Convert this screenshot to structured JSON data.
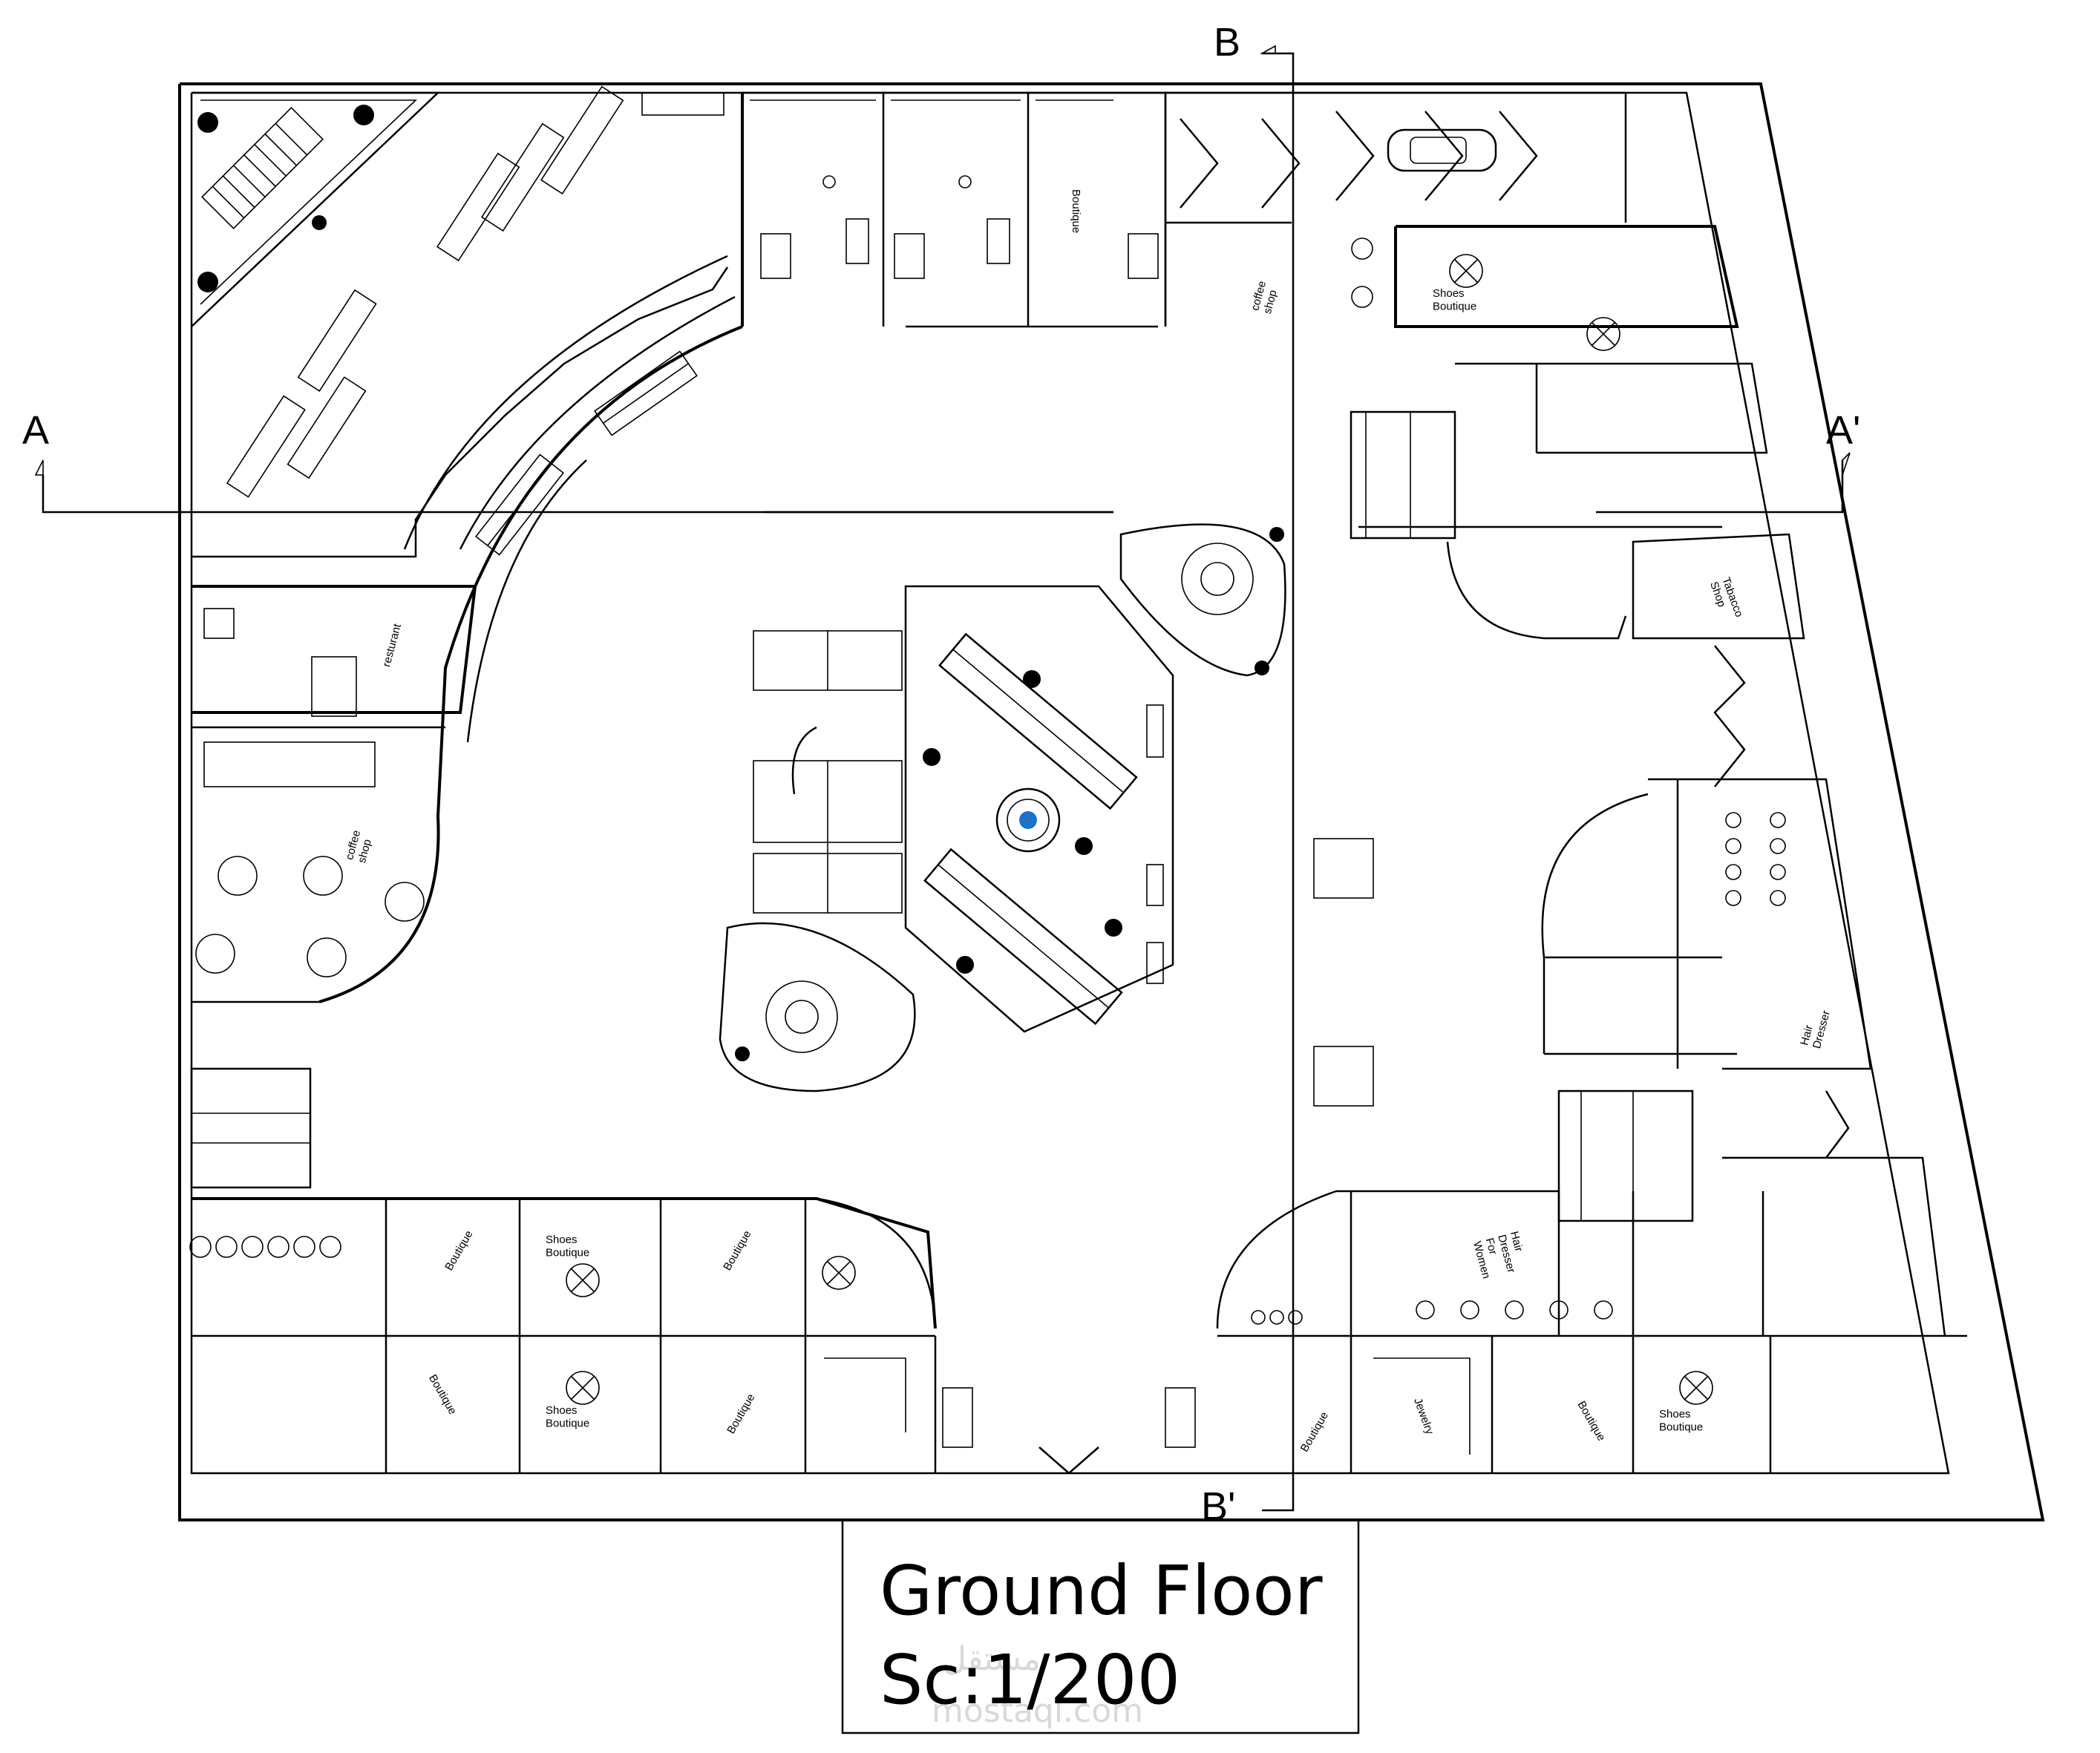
{
  "drawing": {
    "title_line1": "Ground Floor",
    "title_line2": "Sc:1/200",
    "watermark_arabic": "مستقل",
    "watermark_latin": "mostaql.com"
  },
  "section_marks": {
    "a_left": "A",
    "a_right": "A'",
    "b_top": "B",
    "b_bottom": "B'"
  },
  "rooms": {
    "boutique_north": "Boutique",
    "coffee_shop_north": "coffee\nshop",
    "shoes_boutique_ne": "Shoes\nBoutique",
    "tabacco_shop": "Tabacco\nShop",
    "resturant": "resturant",
    "coffee_shop_west": "coffee\nshop",
    "hair_dresser_east": "Hair\nDresser",
    "hair_dresser_women": "Hair\nDresser\nFor\nWomen",
    "boutique_sw1": "Boutique",
    "shoes_boutique_s1": "Shoes\nBoutique",
    "boutique_sw2": "Boutique",
    "boutique_sw3": "Boutique",
    "shoes_boutique_s2": "Shoes\nBoutique",
    "boutique_sw4": "Boutique",
    "boutique_se1": "Boutique",
    "jewelry": "Jewelry",
    "boutique_se2": "Boutique",
    "shoes_boutique_se": "Shoes\nBoutique"
  },
  "colors": {
    "line": "#000000",
    "fountain_accent": "#1a73c9",
    "watermark": "#d8d8d8",
    "background": "#ffffff"
  }
}
